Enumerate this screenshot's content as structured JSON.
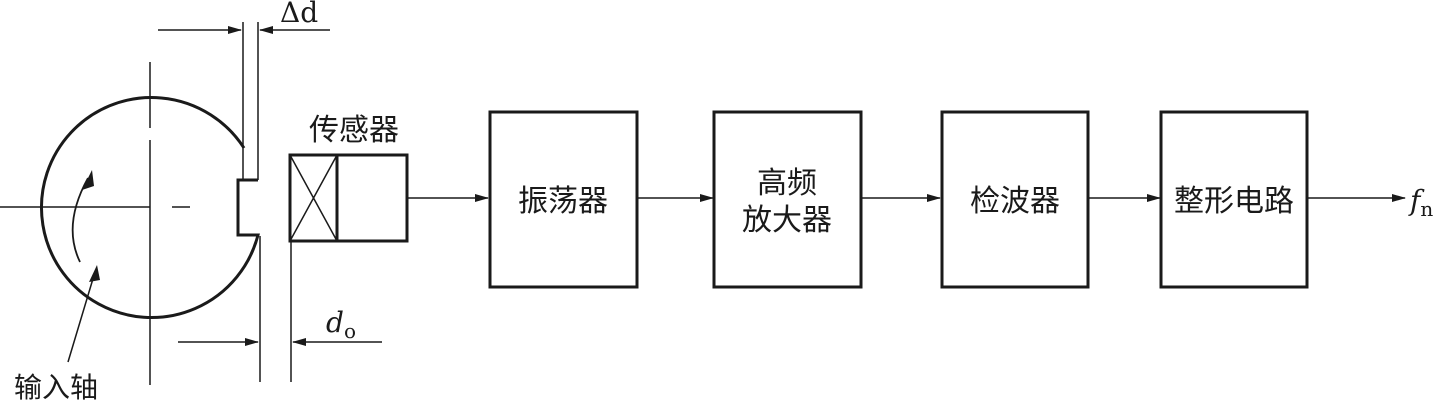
{
  "labels": {
    "sensor": "传感器",
    "shaft": "输入轴",
    "delta_d": "Δd",
    "d0_main": "d",
    "d0_sub": "o",
    "output_main": "f",
    "output_sub": "n"
  },
  "blocks": [
    {
      "id": "oscillator",
      "lines": [
        "振荡器"
      ]
    },
    {
      "id": "hf-amplifier",
      "lines": [
        "高频",
        "放大器"
      ]
    },
    {
      "id": "detector",
      "lines": [
        "检波器"
      ]
    },
    {
      "id": "shaping-circuit",
      "lines": [
        "整形电路"
      ]
    }
  ],
  "colors": {
    "line": "#1a1a1a",
    "background": "#ffffff"
  }
}
